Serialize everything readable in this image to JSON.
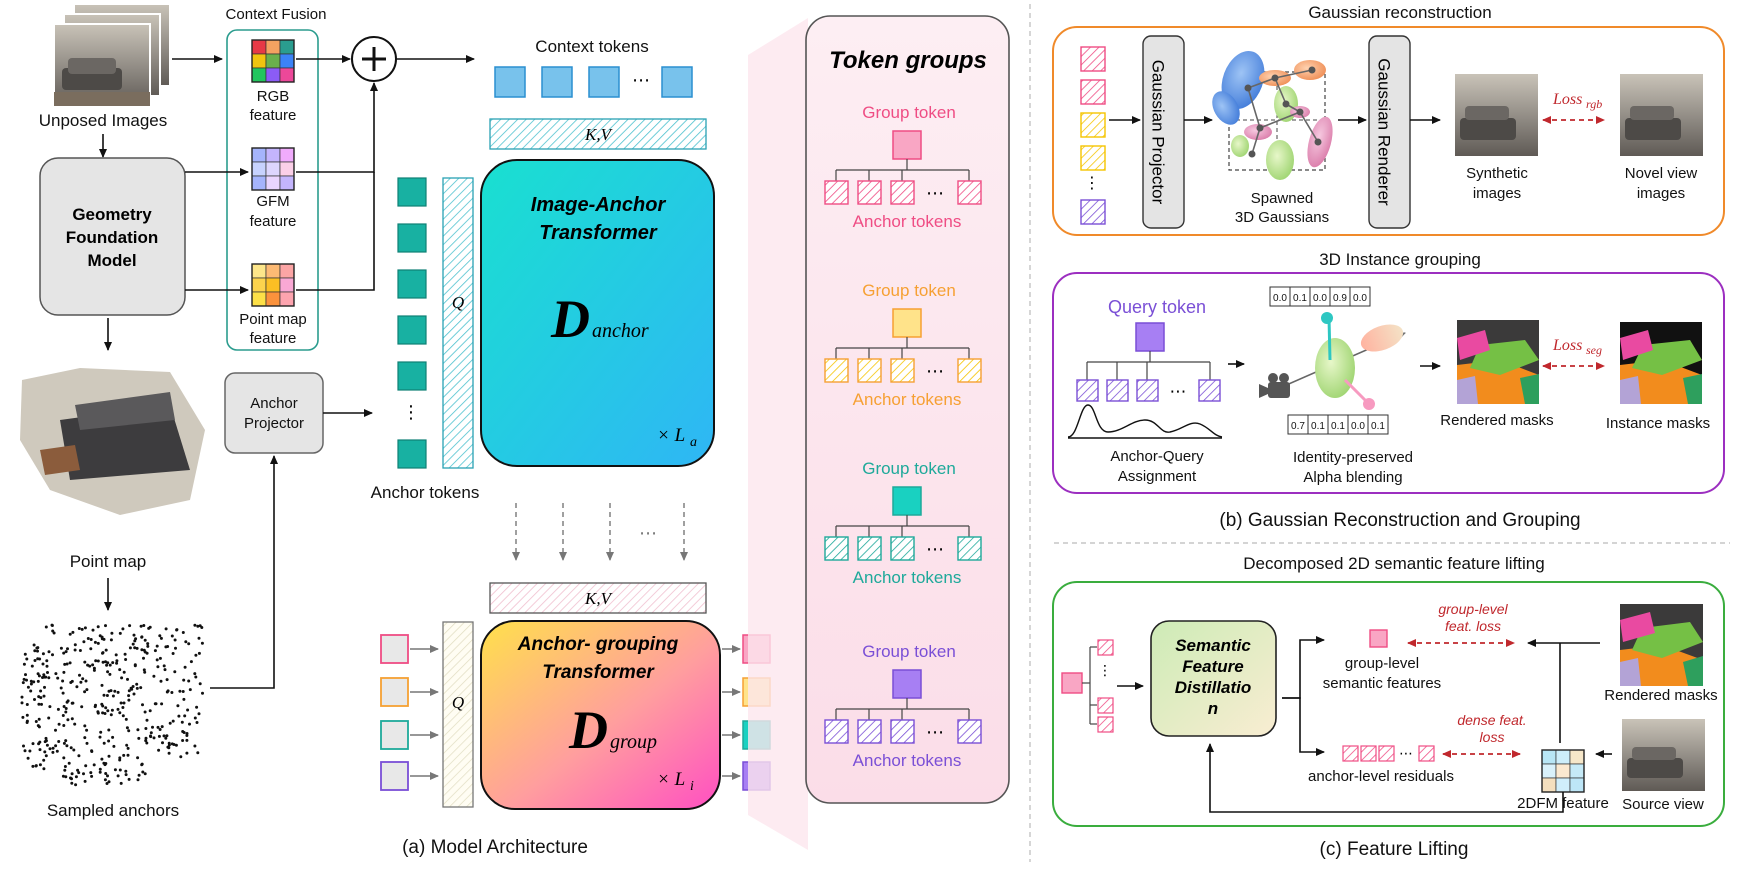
{
  "architecture": {
    "caption": "(a) Model Architecture",
    "unposed_images": "Unposed Images",
    "context_fusion": "Context Fusion",
    "rgb_feature": [
      "RGB",
      "feature"
    ],
    "gfm_feature": [
      "GFM",
      "feature"
    ],
    "pointmap_feature": [
      "Point map",
      "feature"
    ],
    "geometry_model": [
      "Geometry",
      "Foundation",
      "Model"
    ],
    "point_map": "Point map",
    "sampled_anchors": "Sampled anchors",
    "anchor_projector": [
      "Anchor",
      "Projector"
    ],
    "context_tokens": "Context tokens",
    "kv_label": "K,V",
    "q_label": "Q",
    "anchor_tokens": "Anchor tokens",
    "image_anchor_transformer": [
      "Image-Anchor",
      "Transformer"
    ],
    "anchor_grouping_transformer": [
      "Anchor- grouping",
      "Transformer"
    ],
    "d_letter": "D",
    "d_anchor_sub": "anchor",
    "d_group_sub": "group",
    "la_label": "× L",
    "la_sub": "a",
    "li_sub": "i",
    "ellipsis": "⋯"
  },
  "token_groups": {
    "title": "Token groups",
    "group_token_label": "Group token",
    "anchor_tokens_label": "Anchor tokens",
    "colors": [
      "#ef4d84",
      "#f6a033",
      "#1ea99a",
      "#7a4fd6"
    ],
    "fills": [
      "#f9a6c4",
      "#ffe38a",
      "#19d1c1",
      "#a77ff3"
    ]
  },
  "gaussian_recon": {
    "title": "Gaussian reconstruction",
    "projector": "Gaussian Projector",
    "renderer": "Gaussian Renderer",
    "spawned": [
      "Spawned",
      "3D Gaussians"
    ],
    "synthetic": [
      "Synthetic",
      "images"
    ],
    "novel": [
      "Novel view",
      "images"
    ],
    "loss_name": "Loss",
    "loss_rgb": "rgb"
  },
  "grouping": {
    "title": "3D Instance grouping",
    "query_token": "Query token",
    "assignment": [
      "Anchor-Query",
      "Assignment"
    ],
    "identity": [
      "Identity-preserved",
      "Alpha blending"
    ],
    "top_values": [
      "0.0",
      "0.1",
      "0.0",
      "0.9",
      "0.0"
    ],
    "bottom_values": [
      "0.7",
      "0.1",
      "0.1",
      "0.0",
      "0.1"
    ],
    "rendered_masks": "Rendered masks",
    "instance_masks": "Instance masks",
    "loss_seg": "seg"
  },
  "section_b_caption": "(b) Gaussian Reconstruction and Grouping",
  "lifting": {
    "title": "Decomposed 2D semantic feature lifting",
    "distill": [
      "Semantic",
      "Feature",
      "Distillatio",
      "n"
    ],
    "group_level": [
      "group-level",
      "semantic features"
    ],
    "anchor_level": "anchor-level residuals",
    "group_loss": [
      "group-level",
      "feat. loss"
    ],
    "dense_loss": [
      "dense feat.",
      "loss"
    ],
    "rendered_masks": "Rendered masks",
    "source_view": "Source view",
    "feature_2dfm": "2DFM feature",
    "caption": "(c) Feature Lifting"
  }
}
